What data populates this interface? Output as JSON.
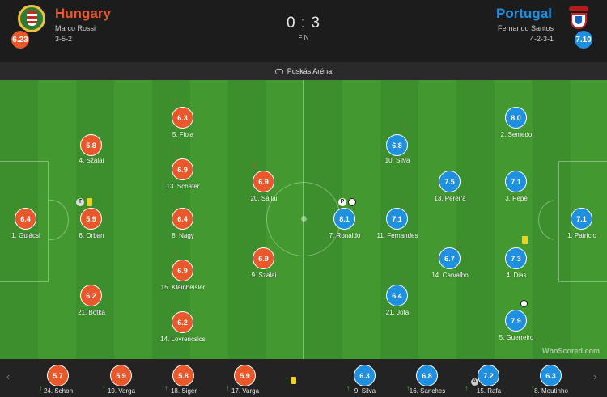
{
  "match": {
    "home": {
      "name": "Hungary",
      "manager": "Marco Rossi",
      "formation": "3-5-2",
      "rating": "6.23",
      "color": "#e8582a"
    },
    "away": {
      "name": "Portugal",
      "manager": "Fernando Santos",
      "formation": "4-2-3-1",
      "rating": "7.10",
      "color": "#1f8fe0"
    },
    "score": "0 : 3",
    "status": "FIN",
    "venue": "Puskás Aréna",
    "watermark": "WhoScored.com"
  },
  "home_players": [
    {
      "rating": "6.4",
      "label": "1. Gulácsi"
    },
    {
      "rating": "5.8",
      "label": "4. Szalai"
    },
    {
      "rating": "5.9",
      "label": "6. Orban"
    },
    {
      "rating": "6.2",
      "label": "21. Botka"
    },
    {
      "rating": "6.3",
      "label": "5. Fiola"
    },
    {
      "rating": "6.9",
      "label": "13. Schäfer"
    },
    {
      "rating": "6.4",
      "label": "8. Nagy"
    },
    {
      "rating": "6.9",
      "label": "15. Kleinheisler"
    },
    {
      "rating": "6.2",
      "label": "14. Lovrencsics"
    },
    {
      "rating": "6.9",
      "label": "20. Sallai"
    },
    {
      "rating": "6.9",
      "label": "9. Szalai"
    }
  ],
  "away_players": [
    {
      "rating": "7.1",
      "label": "1. Patrício"
    },
    {
      "rating": "8.0",
      "label": "2. Semedo"
    },
    {
      "rating": "7.1",
      "label": "3. Pepe"
    },
    {
      "rating": "7.3",
      "label": "4. Dias"
    },
    {
      "rating": "7.9",
      "label": "5. Guerreiro"
    },
    {
      "rating": "7.5",
      "label": "13. Pereira"
    },
    {
      "rating": "6.7",
      "label": "14. Carvalho"
    },
    {
      "rating": "6.8",
      "label": "10. Silva"
    },
    {
      "rating": "7.1",
      "label": "11. Fernandes"
    },
    {
      "rating": "6.4",
      "label": "21. Jota"
    },
    {
      "rating": "8.1",
      "label": "7. Ronaldo"
    }
  ],
  "bench": [
    {
      "rating": "5.7",
      "label": "24. Schon",
      "team": "home"
    },
    {
      "rating": "5.9",
      "label": "19. Varga",
      "team": "home"
    },
    {
      "rating": "5.8",
      "label": "18. Sigér",
      "team": "home"
    },
    {
      "rating": "5.9",
      "label": "17. Varga",
      "team": "home"
    },
    {
      "rating": "6.3",
      "label": "9. Silva",
      "team": "away"
    },
    {
      "rating": "6.8",
      "label": "16. Sanches",
      "team": "away"
    },
    {
      "rating": "7.2",
      "label": "15. Rafa",
      "team": "away"
    },
    {
      "rating": "6.3",
      "label": "8. Moutinho",
      "team": "away"
    }
  ]
}
